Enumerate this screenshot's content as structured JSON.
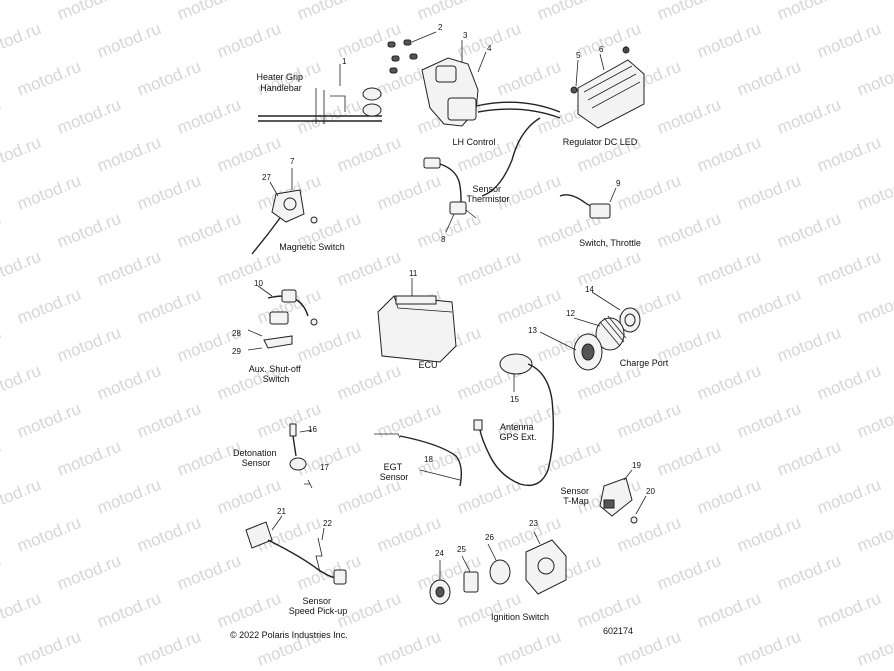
{
  "watermark": "motod.ru",
  "copyright": "© 2022 Polaris Industries Inc.",
  "diagram_id": "602174",
  "components": {
    "heater_grip": "Heater Grip\nHandlebar",
    "lh_control": "LH Control",
    "regulator": "Regulator DC LED",
    "sensor_thermistor": "Sensor\nThermistor",
    "magnetic_switch": "Magnetic Switch",
    "switch_throttle": "Switch, Throttle",
    "aux_shutoff": "Aux. Shut-off\nSwitch",
    "ecu": "ECU",
    "charge_port": "Charge Port",
    "antenna": "Antenna\nGPS Ext.",
    "detonation_sensor": "Detonation\nSensor",
    "egt_sensor": "EGT\nSensor",
    "sensor_tmap": "Sensor\nT-Map",
    "sensor_speed": "Sensor\nSpeed Pick-up",
    "ignition_switch": "Ignition Switch"
  },
  "callouts": {
    "c1": "1",
    "c2": "2",
    "c3": "3",
    "c4": "4",
    "c5": "5",
    "c6": "6",
    "c7": "7",
    "c8": "8",
    "c9": "9",
    "c10": "10",
    "c11": "11",
    "c12": "12",
    "c13": "13",
    "c14": "14",
    "c15": "15",
    "c16": "16",
    "c17": "17",
    "c18": "18",
    "c19": "19",
    "c20": "20",
    "c21": "21",
    "c22": "22",
    "c23": "23",
    "c24": "24",
    "c25": "25",
    "c26": "26",
    "c27": "27",
    "c28": "28",
    "c29": "29"
  }
}
